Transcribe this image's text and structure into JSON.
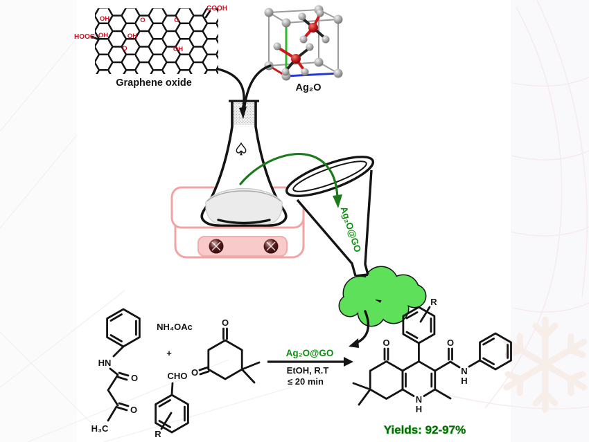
{
  "labels": {
    "graphene_title": "Graphene oxide",
    "hooc": "HOOC",
    "cooh": "COOH",
    "go_groups": [
      "OH",
      "O",
      "O",
      "OH",
      "OH",
      "O",
      "OH"
    ],
    "ag2o": "Ag₂O",
    "flask_mark": "♤",
    "funnel_tag": "Ag₂O@GO"
  },
  "scheme": {
    "ammonium": "NH₄OAc",
    "plus": "+",
    "reactant1": {
      "hn": "HN",
      "o1": "O",
      "o2": "O",
      "h3c": "H₃C"
    },
    "aldehyde": {
      "cho": "CHO",
      "r": "R"
    },
    "dimedone": {
      "o_top": "O",
      "o_left": "O"
    },
    "arrow": {
      "catalyst": "Ag₂O@GO",
      "solvent": "EtOH, R.T",
      "time": "≤ 20 min"
    },
    "product": {
      "r": "R",
      "o_ketone": "O",
      "o_amide": "O",
      "n_ring": "N",
      "h_ring": "H",
      "n_amide": "N",
      "h_amide": "H"
    },
    "yields": "Yields: 92-97%"
  },
  "colors": {
    "red_label": "#cf1020",
    "green_text": "#0f8f0f",
    "arrow_green": "#1c7a1c",
    "cloud_green": "#5ee05a",
    "yields_green": "#0b5e0b",
    "plate_pink": "#f2a3a3",
    "plate_panel": "#f9caca",
    "cube_green": "#2db82d",
    "cube_blue": "#2739cc",
    "cube_red": "#cc1a1a"
  }
}
